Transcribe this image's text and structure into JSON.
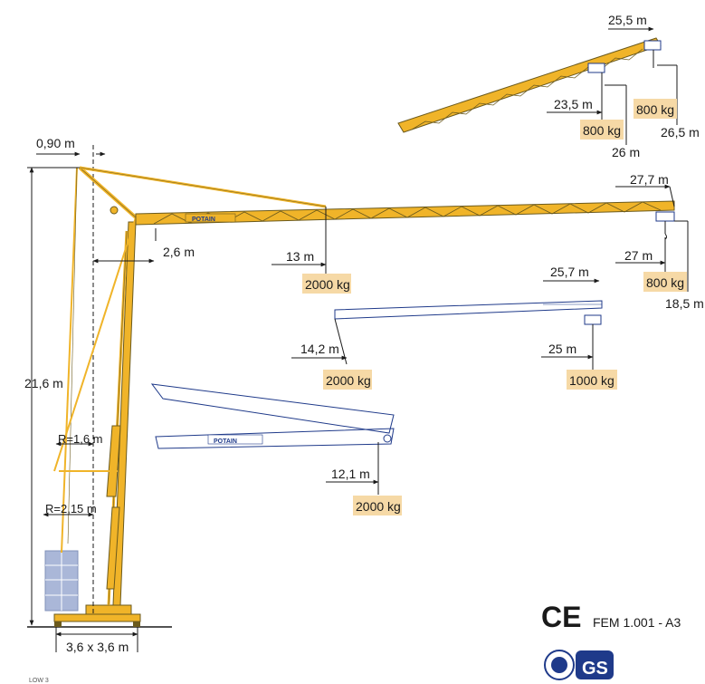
{
  "brand": "POTAIN",
  "colors": {
    "crane": "#f0b429",
    "outline": "#6b5a1d",
    "jib_outline": "#1f3a8a",
    "label_box": "#f6d9a6",
    "ballast": "#aab7d8"
  },
  "dimensions": {
    "height": "21,6 m",
    "top_offset": "0,90 m",
    "mast_offset": "2,6 m",
    "radius_1": "R=1,6 m",
    "radius_2": "R=2,15 m",
    "base": "3,6 x 3,6 m"
  },
  "configurations": {
    "inclined": {
      "tip_radius": "25,5 m",
      "tip_height": "26,5 m",
      "tip_load": "800 kg",
      "trolley_radius": "23,5 m",
      "trolley_height": "26 m",
      "trolley_load": "800 kg"
    },
    "horizontal": {
      "tip_radius": "27,7 m",
      "inner_radius": "27 m",
      "height": "18,5 m",
      "tip_load": "800 kg",
      "mid_radius": "13 m",
      "mid_load": "2000 kg"
    },
    "reduced": {
      "tip_radius": "25,7 m",
      "hook_radius": "25 m",
      "hook_load": "1000 kg",
      "mid_radius": "14,2 m",
      "mid_load": "2000 kg"
    },
    "folded": {
      "radius": "12,1 m",
      "load": "2000 kg"
    }
  },
  "certification": {
    "ce": "CE",
    "norm": "FEM 1.001 - A3",
    "gs": "GS"
  },
  "footer_code": "LOW 3"
}
